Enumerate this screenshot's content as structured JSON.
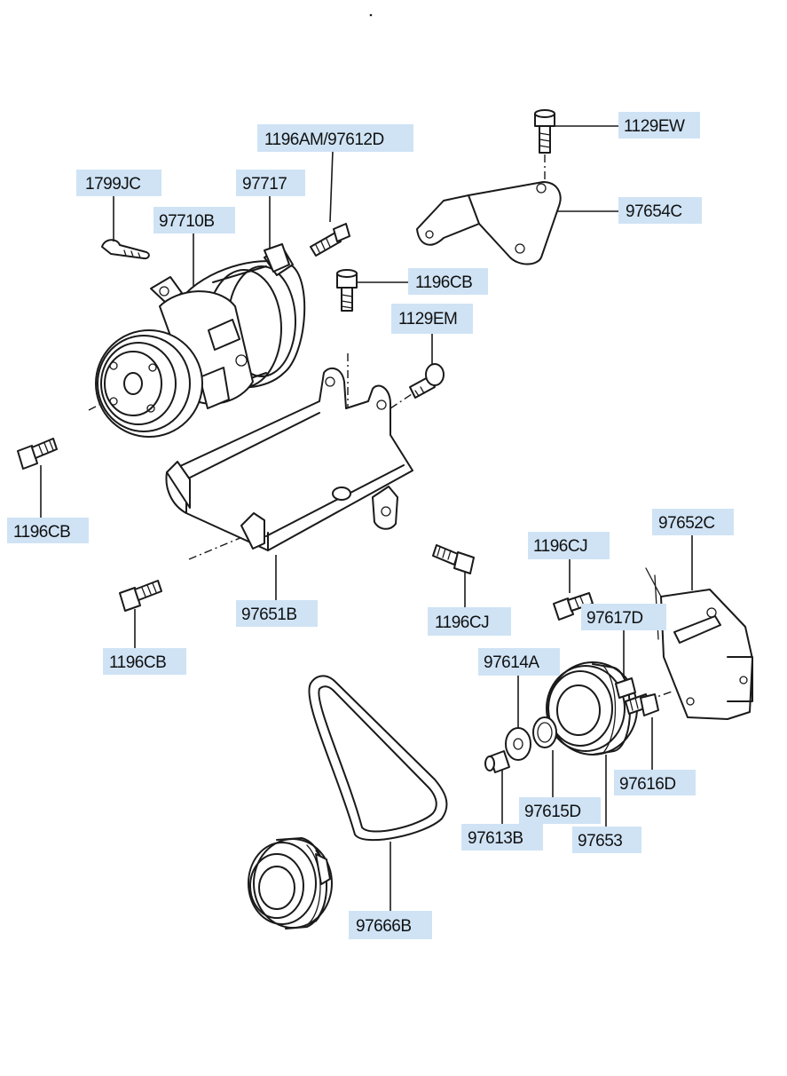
{
  "labels": {
    "l_1196AM_97612D": "1196AM/97612D",
    "l_1799JC": "1799JC",
    "l_97717": "97717",
    "l_97710B": "97710B",
    "l_1129EW": "1129EW",
    "l_97654C": "97654C",
    "l_1196CB_a": "1196CB",
    "l_1129EM": "1129EM",
    "l_1196CB_b": "1196CB",
    "l_97651B": "97651B",
    "l_1196CB_c": "1196CB",
    "l_1196CJ_a": "1196CJ",
    "l_1196CJ_b": "1196CJ",
    "l_97652C": "97652C",
    "l_97617D": "97617D",
    "l_97614A": "97614A",
    "l_97616D": "97616D",
    "l_97615D": "97615D",
    "l_97613B": "97613B",
    "l_97653": "97653",
    "l_97666B": "97666B"
  },
  "colors": {
    "label_background": "#cfe3f5",
    "line": "#1a1a1a"
  }
}
